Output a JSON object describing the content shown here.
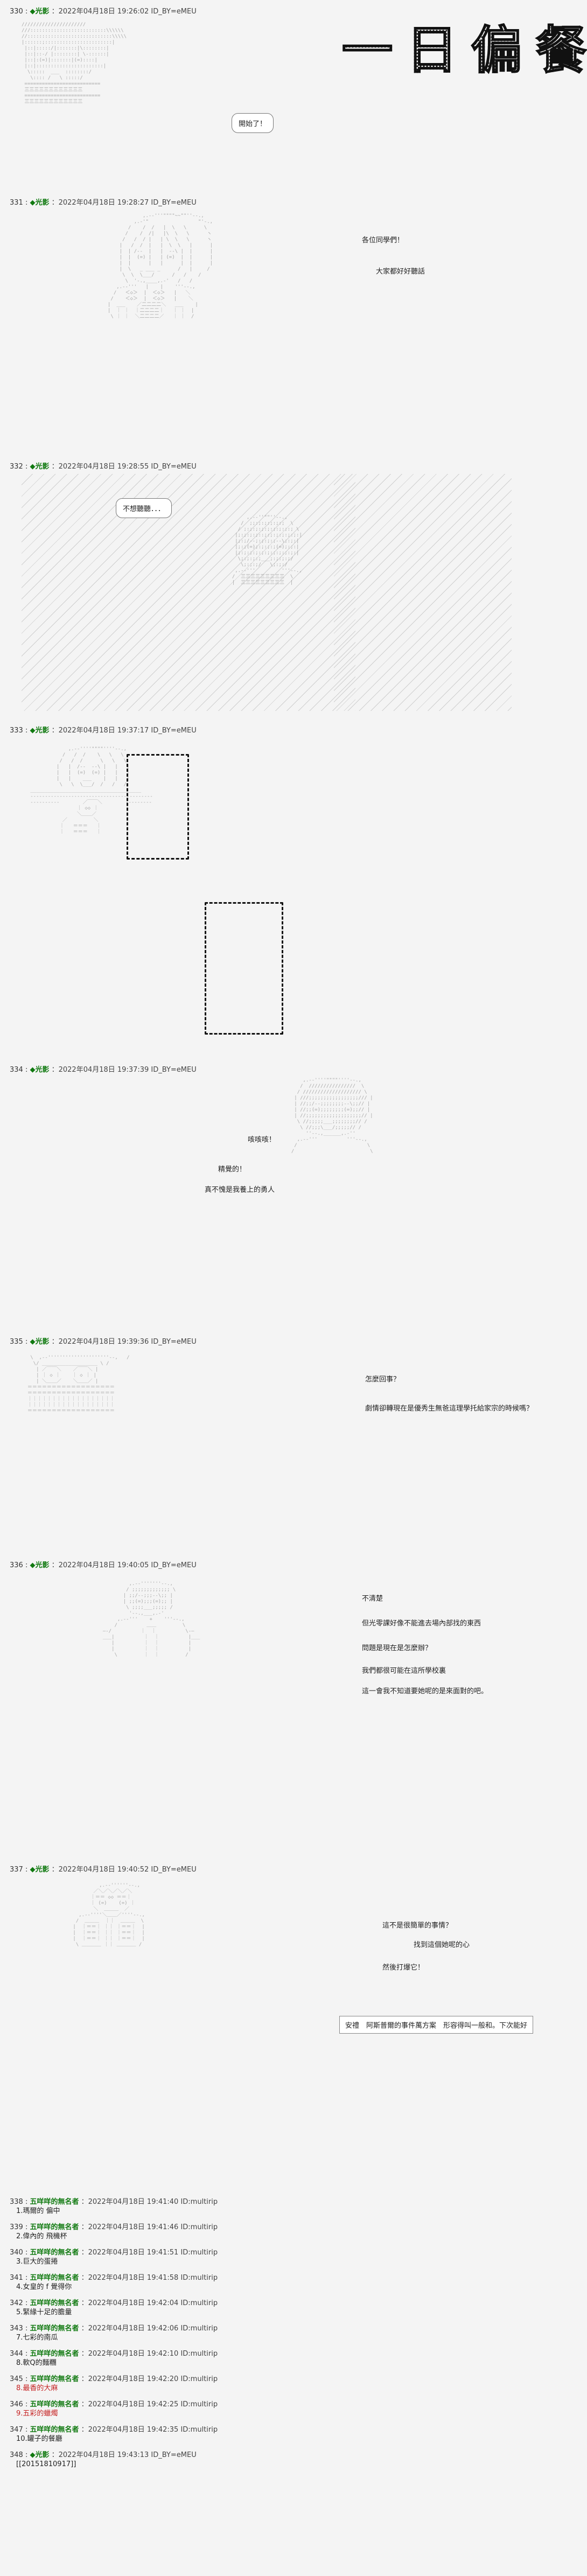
{
  "posts": [
    {
      "num": "330 :",
      "name": "◆光影",
      "meta": "：2022年04月18日 19:26:02 ID_BY=eMEU",
      "title_chars": [
        "一",
        "日",
        "偏",
        "餐"
      ],
      "bubble": "開始了！"
    },
    {
      "num": "331 :",
      "name": "◆光影",
      "meta": "：2022年04月18日 19:28:27 ID_BY=eMEU",
      "lines": [
        "各位同學們！",
        "大家都好好聽話"
      ]
    },
    {
      "num": "332 :",
      "name": "◆光影",
      "meta": "：2022年04月18日 19:28:55 ID_BY=eMEU",
      "bubble": "不想聽聽．．．"
    },
    {
      "num": "333 :",
      "name": "◆光影",
      "meta": "：2022年04月18日 19:37:17 ID_BY=eMEU"
    },
    {
      "num": "334 :",
      "name": "◆光影",
      "meta": "：2022年04月18日 19:37:39 ID_BY=eMEU",
      "lines": [
        "咳咳咳！",
        "精覺的！",
        "真不愧是我養上的勇人"
      ]
    },
    {
      "num": "335 :",
      "name": "◆光影",
      "meta": "：2022年04月18日 19:39:36 ID_BY=eMEU",
      "lines": [
        "怎麼回事？",
        "劇情卻轉現在是優秀生無爸這理學托給家宗的時候嗎？"
      ]
    },
    {
      "num": "336 :",
      "name": "◆光影",
      "meta": "：2022年04月18日 19:40:05 ID_BY=eMEU",
      "lines": [
        "不清楚",
        "但光零課好像不能進去場內部找的東西",
        "問題是現在是怎麼辦？",
        "我們都很可能在這所學校裏",
        "這一會我不知道要她呢的是來面對的吧。"
      ]
    },
    {
      "num": "337 :",
      "name": "◆光影",
      "meta": "：2022年04月18日 19:40:52 ID_BY=eMEU",
      "lines": [
        "這不是很簡單的事情？",
        "找到這個她呢的心",
        "然後打爆它！"
      ],
      "caption": "安禮　阿斯普爾的事件萬方案　形容得叫一般和。下次能好"
    }
  ],
  "replies": [
    {
      "num": "338 :",
      "name": "五咩咩的無名者",
      "meta": "：2022年04月18日 19:41:40 ID:multirip",
      "body": "1.瑪爾的 偏中",
      "red": false
    },
    {
      "num": "339 :",
      "name": "五咩咩的無名者",
      "meta": "：2022年04月18日 19:41:46 ID:multirip",
      "body": "2.偉內的 飛機杯",
      "red": false
    },
    {
      "num": "340 :",
      "name": "五咩咩的無名者",
      "meta": "：2022年04月18日 19:41:51 ID:multirip",
      "body": "3.巨大的蛋捲",
      "red": false
    },
    {
      "num": "341 :",
      "name": "五咩咩的無名者",
      "meta": "：2022年04月18日 19:41:58 ID:multirip",
      "body": "4.女皇的 f 覺得你",
      "red": false
    },
    {
      "num": "342 :",
      "name": "五咩咩的無名者",
      "meta": "：2022年04月18日 19:42:04 ID:multirip",
      "body": "5.緊緣十足的膽量",
      "red": false
    },
    {
      "num": "343 :",
      "name": "五咩咩的無名者",
      "meta": "：2022年04月18日 19:42:06 ID:multirip",
      "body": "7.七彩的南瓜",
      "red": false
    },
    {
      "num": "344 :",
      "name": "五咩咩的無名者",
      "meta": "：2022年04月18日 19:42:10 ID:multirip",
      "body": "8.軟Q的麵糰",
      "red": false
    },
    {
      "num": "345 :",
      "name": "五咩咩的無名者",
      "meta": "：2022年04月18日 19:42:20 ID:multirip",
      "body": "8.最香的大麻",
      "red": true
    },
    {
      "num": "346 :",
      "name": "五咩咩的無名者",
      "meta": "：2022年04月18日 19:42:25 ID:multirip",
      "body": "9.五彩的蠟燭",
      "red": true
    },
    {
      "num": "347 :",
      "name": "五咩咩的無名者",
      "meta": "：2022年04月18日 19:42:35 ID:multirip",
      "body": "10.罐子的餐廳",
      "red": false
    },
    {
      "num": "348 :",
      "name": "◆光影",
      "meta": "：2022年04月18日 19:43:13 ID_BY=eMEU",
      "body": "[[20151810917]]",
      "red": false
    }
  ]
}
